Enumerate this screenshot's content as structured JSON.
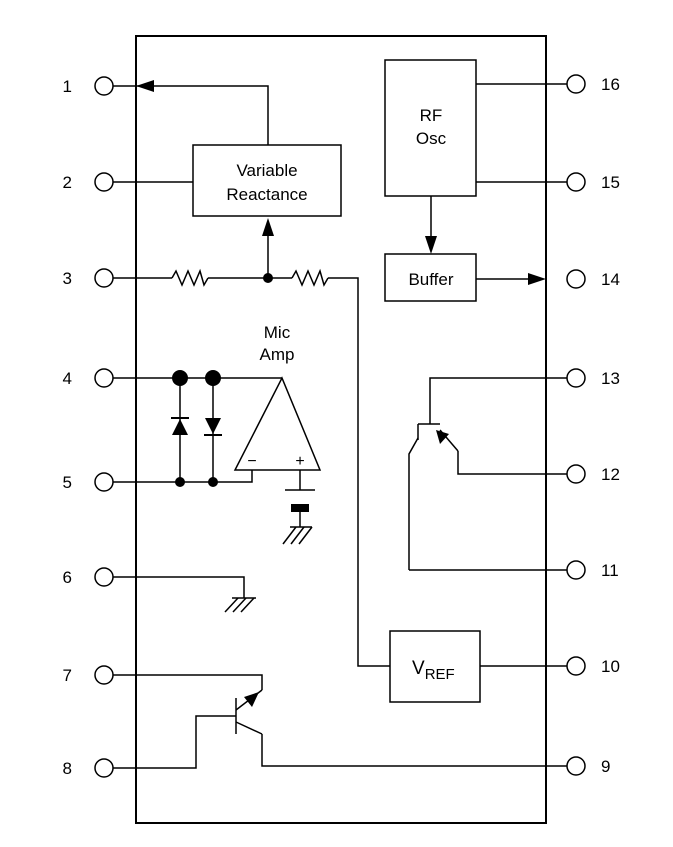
{
  "pins": [
    {
      "number": "1"
    },
    {
      "number": "2"
    },
    {
      "number": "3"
    },
    {
      "number": "4"
    },
    {
      "number": "5"
    },
    {
      "number": "6"
    },
    {
      "number": "7"
    },
    {
      "number": "8"
    },
    {
      "number": "9"
    },
    {
      "number": "10"
    },
    {
      "number": "11"
    },
    {
      "number": "12"
    },
    {
      "number": "13"
    },
    {
      "number": "14"
    },
    {
      "number": "15"
    },
    {
      "number": "16"
    }
  ],
  "blocks": {
    "variable_reactance": {
      "line1": "Variable",
      "line2": "Reactance"
    },
    "rf_osc": {
      "line1": "RF",
      "line2": "Osc"
    },
    "buffer": {
      "label": "Buffer"
    },
    "vref": {
      "main": "V",
      "sub": "REF"
    },
    "mic_amp": {
      "line1": "Mic",
      "line2": "Amp",
      "minus": "−",
      "plus": "+"
    }
  }
}
